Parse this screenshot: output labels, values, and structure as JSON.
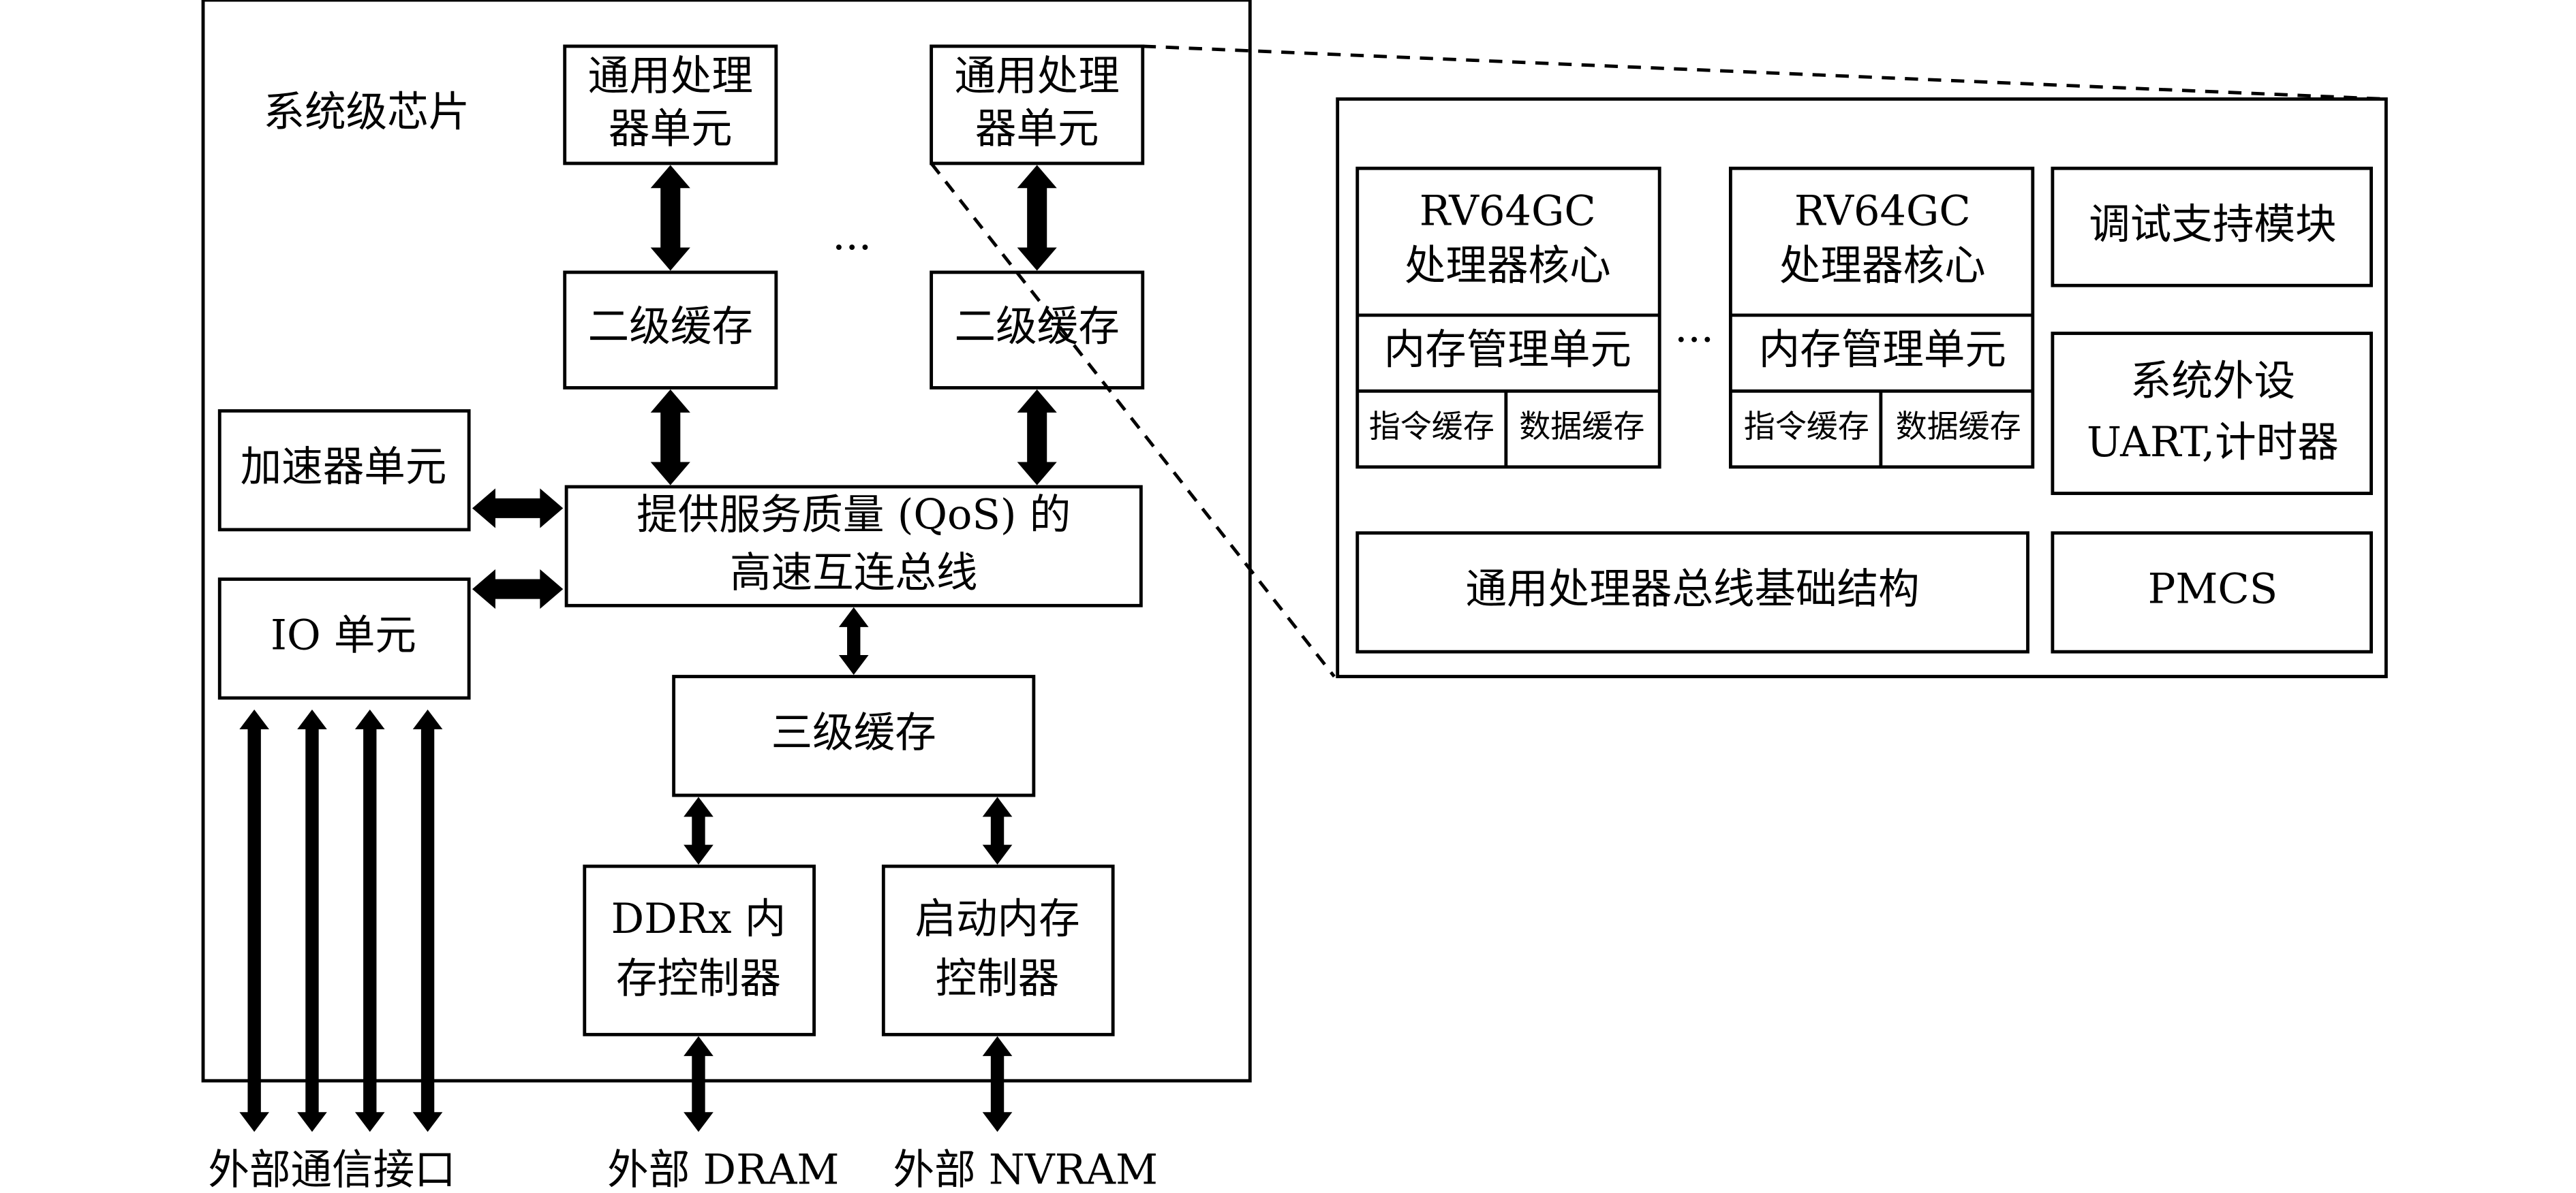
{
  "soc": {
    "title": "系统级芯片",
    "cpu_units": [
      {
        "line1": "通用处理",
        "line2": "器单元"
      },
      {
        "line1": "通用处理",
        "line2": "器单元"
      }
    ],
    "l2_caches": [
      "二级缓存",
      "二级缓存"
    ],
    "ellipsis": "···",
    "accelerator": "加速器单元",
    "io_unit": "IO 单元",
    "bus": {
      "line1": "提供服务质量 (QoS) 的",
      "line2": "高速互连总线"
    },
    "l3_cache": "三级缓存",
    "ddr_ctrl": {
      "line1": "DDRx 内",
      "line2": "存控制器"
    },
    "boot_ctrl": {
      "line1": "启动内存",
      "line2": "控制器"
    }
  },
  "external": {
    "comm": "外部通信接口",
    "dram": "外部 DRAM",
    "nvram": "外部 NVRAM"
  },
  "detail": {
    "cores": [
      {
        "line1": "RV64GC",
        "line2": "处理器核心",
        "mmu": "内存管理单元",
        "icache": "指令缓存",
        "dcache": "数据缓存"
      },
      {
        "line1": "RV64GC",
        "line2": "处理器核心",
        "mmu": "内存管理单元",
        "icache": "指令缓存",
        "dcache": "数据缓存"
      }
    ],
    "ellipsis": "···",
    "debug": "调试支持模块",
    "peripherals": {
      "line1": "系统外设",
      "line2": "UART,计时器"
    },
    "bus_infra": "通用处理器总线基础结构",
    "pmcs": "PMCS"
  }
}
